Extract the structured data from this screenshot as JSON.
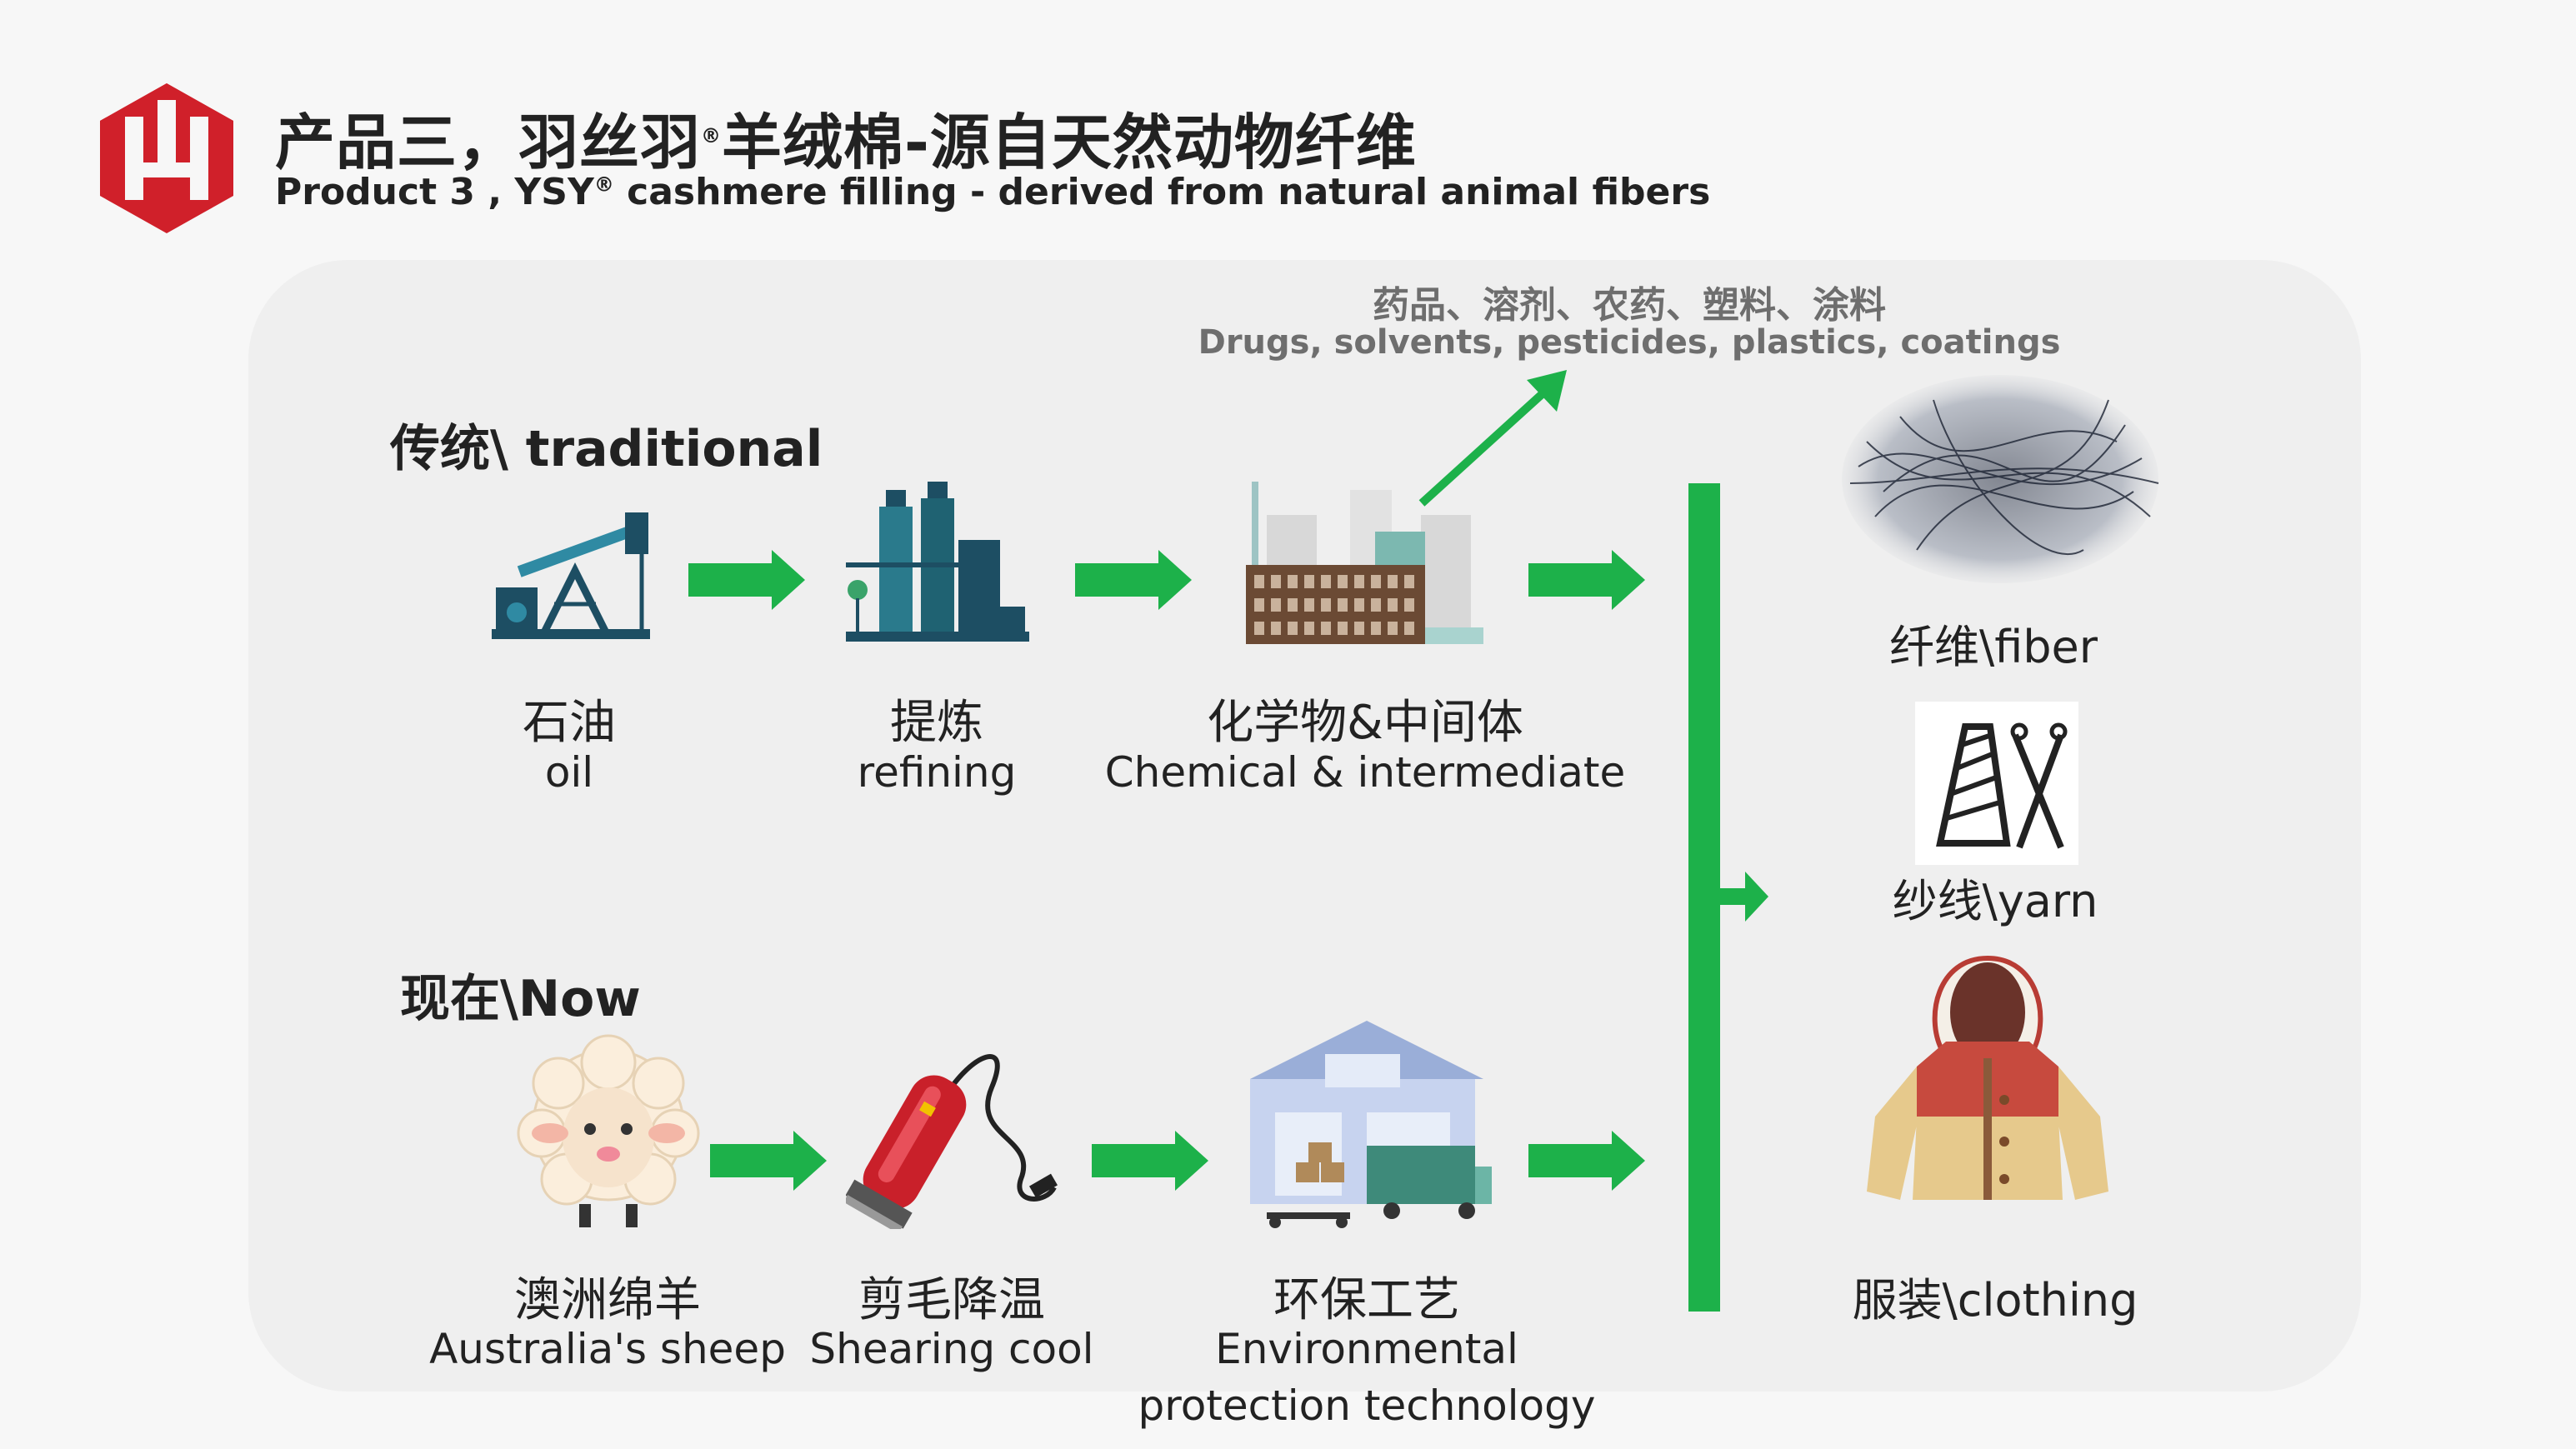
{
  "header": {
    "title_cn_a": "产品三，羽丝羽",
    "registered_mark": "®",
    "title_cn_b": "羊绒棉-源自天然动物纤维",
    "title_en_a": "Product 3 , YSY",
    "title_en_b": " cashmere filling - derived from natural animal fibers"
  },
  "byproducts": {
    "cn": "药品、溶剂、农药、塑料、涂料",
    "en": "Drugs, solvents, pesticides, plastics, coatings"
  },
  "traditional": {
    "label": "传统\\ traditional",
    "steps": [
      {
        "cn": "石油",
        "en": "oil",
        "icon": "oil-pump-icon"
      },
      {
        "cn": "提炼",
        "en": "refining",
        "icon": "refinery-icon"
      },
      {
        "cn": "化学物&中间体",
        "en": "Chemical & intermediate",
        "icon": "factory-icon"
      }
    ]
  },
  "now": {
    "label": "现在\\Now",
    "steps": [
      {
        "cn": "澳洲绵羊",
        "en": "Australia's sheep",
        "icon": "sheep-icon"
      },
      {
        "cn": "剪毛降温",
        "en": "Shearing cool",
        "icon": "clipper-icon"
      },
      {
        "cn": "环保工艺",
        "en_line1": "Environmental",
        "en_line2": "protection technology",
        "icon": "warehouse-icon"
      }
    ]
  },
  "outputs": [
    {
      "label": "纤维\\fiber",
      "icon": "fiber-icon"
    },
    {
      "label": "纱线\\yarn",
      "icon": "yarn-icon"
    },
    {
      "label": "服装\\clothing",
      "icon": "jacket-icon"
    }
  ],
  "colors": {
    "arrow_green": "#1db14a",
    "logo_red": "#d0202a",
    "gray_text": "#6e6e6e",
    "panel_bg": "#efefef"
  }
}
